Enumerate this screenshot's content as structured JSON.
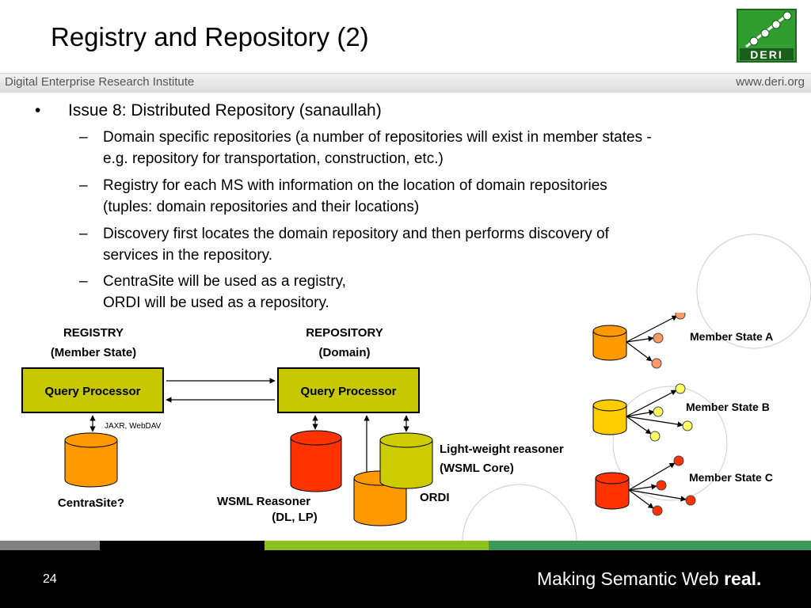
{
  "slide": {
    "title": "Registry and Repository (2)",
    "page_number": "24"
  },
  "header_band": {
    "left_text": "Digital Enterprise Research Institute",
    "right_text": "www.deri.org"
  },
  "logo": {
    "text": "DERI",
    "icon": "deri-logo-icon"
  },
  "bullets": {
    "main": "Issue 8: Distributed Repository (sanaullah)",
    "subs": [
      [
        "Domain specific repositories (a number of repositories will exist in member states -",
        "e.g. repository for transportation, construction, etc.)"
      ],
      [
        "Registry for each MS with information on the location of domain repositories",
        "(tuples: domain repositories and their locations)"
      ],
      [
        "Discovery first locates the domain repository and then performs discovery of",
        "services in the repository."
      ],
      [
        "CentraSite will be used as a registry,",
        "ORDI will be used as a repository."
      ]
    ]
  },
  "diagram": {
    "registry_title": "REGISTRY",
    "registry_sub": "(Member State)",
    "repository_title": "REPOSITORY",
    "repository_sub": "(Domain)",
    "query_processor_left": "Query Processor",
    "query_processor_right": "Query Processor",
    "jaxr": "JAXR, WebDAV",
    "centrasite": "CentraSite?",
    "wsml_reasoner": "WSML Reasoner",
    "wsml_reasoner_sub": "(DL, LP)",
    "lw_reasoner": "Light-weight reasoner",
    "lw_reasoner_sub": "(WSML Core)",
    "ordi": "ORDI",
    "member_a": "Member State A",
    "member_b": "Member State B",
    "member_c": "Member State C",
    "colors": {
      "box_fill": "#c8c800",
      "orange": "#ff9900",
      "yellow": "#ffcc00",
      "red": "#ff3300",
      "olive": "#cccc00"
    }
  },
  "footer": {
    "tagline_regular": "Making Semantic Web",
    "tagline_bold": "real."
  }
}
